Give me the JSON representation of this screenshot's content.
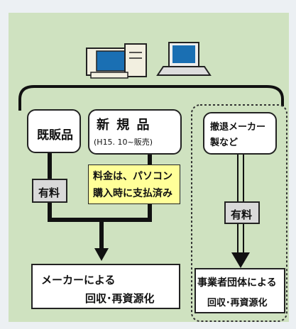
{
  "left_boxes": {
    "existing": "既販品",
    "new_title": "新 規 品",
    "new_sub": "(H15. 10~販売)"
  },
  "fee_labels": {
    "left_fee": "有料",
    "right_fee": "有料"
  },
  "note": {
    "line1": "料金は、パソコン",
    "line2": "購入時に支払済み"
  },
  "right_box": {
    "line1": "撤退メーカー",
    "line2": "製など"
  },
  "bottom_left": {
    "line1": "メーカーによる",
    "line2": "回収･再資源化"
  },
  "bottom_right": {
    "line1": "事業者団体による",
    "line2": "回収･再資源化"
  },
  "colors": {
    "panel": "#cfe2c0",
    "note_fill": "#ffff99",
    "fee_fill": "#d9d9d9"
  },
  "icons": [
    "desktop-computer-icon",
    "laptop-computer-icon"
  ]
}
